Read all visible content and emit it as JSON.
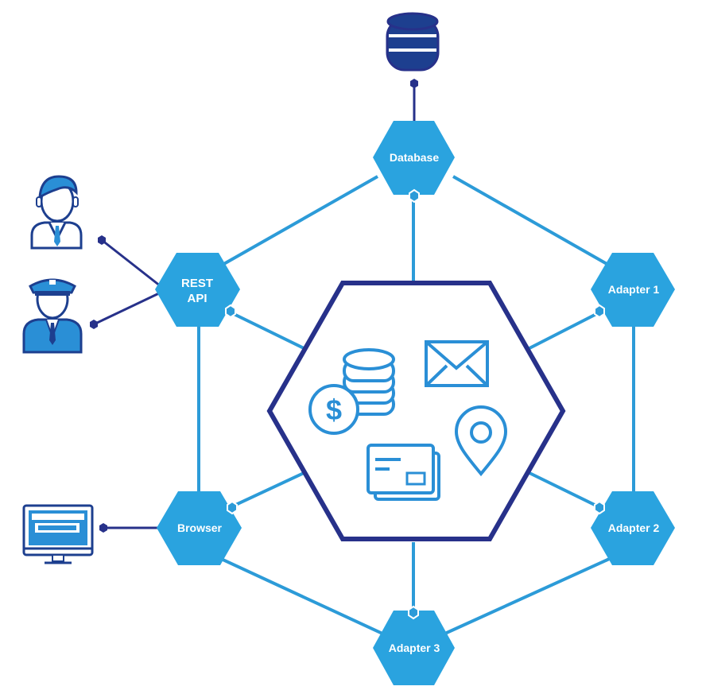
{
  "colors": {
    "node_fill": "#2aa3df",
    "edge": "#2c9bd8",
    "core_border": "#27318a",
    "icon_dark": "#1d3f8f",
    "icon_light": "#2a8fd6"
  },
  "nodes": {
    "database": "Database",
    "rest_api_line1": "REST",
    "rest_api_line2": "API",
    "adapter1": "Adapter 1",
    "adapter2": "Adapter 2",
    "adapter3": "Adapter 3",
    "browser": "Browser"
  },
  "icons": {
    "database": "database-icon",
    "user": "user-icon",
    "officer": "officer-icon",
    "monitor": "monitor-icon",
    "coins": "coins-icon",
    "dollar": "dollar-icon",
    "mail": "mail-icon",
    "location": "location-pin-icon",
    "cards": "credit-card-icon"
  }
}
